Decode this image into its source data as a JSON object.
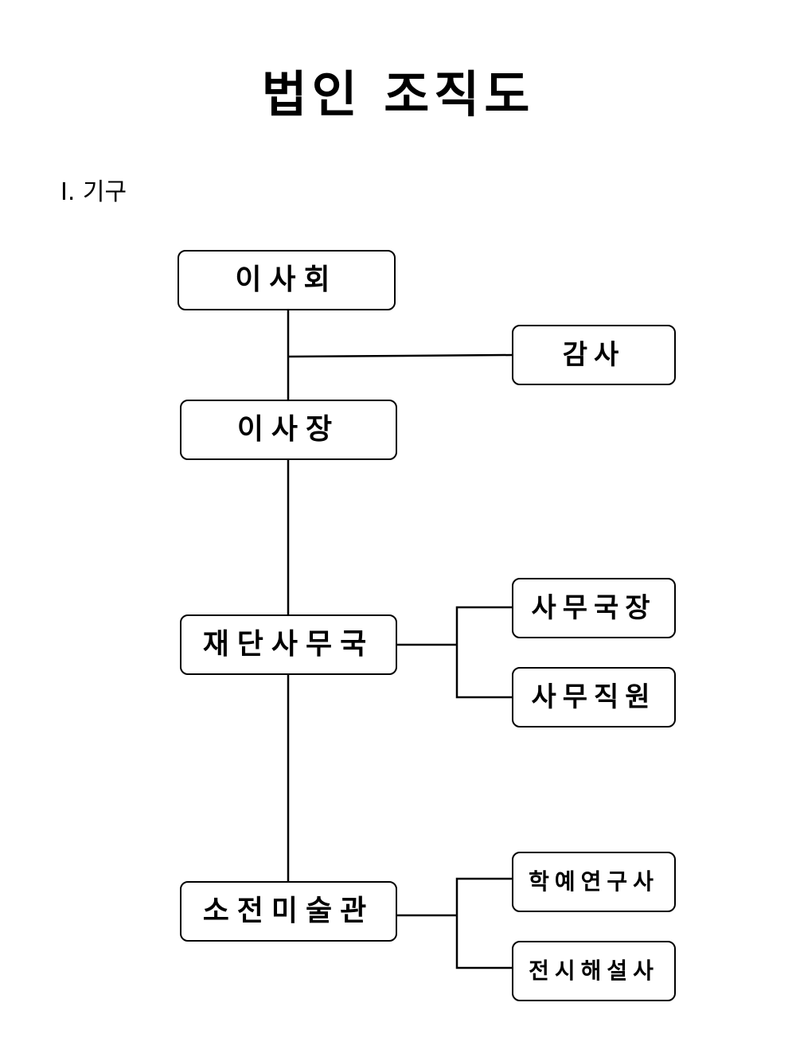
{
  "title": "법인 조직도",
  "section_heading": "Ⅰ. 기구",
  "nodes": {
    "board": "이사회",
    "auditor": "감사",
    "chairman": "이사장",
    "secretariat": "재단사무국",
    "secretary_general": "사무국장",
    "office_staff": "사무직원",
    "museum": "소전미술관",
    "curator": "학예연구사",
    "docent": "전시해설사"
  }
}
